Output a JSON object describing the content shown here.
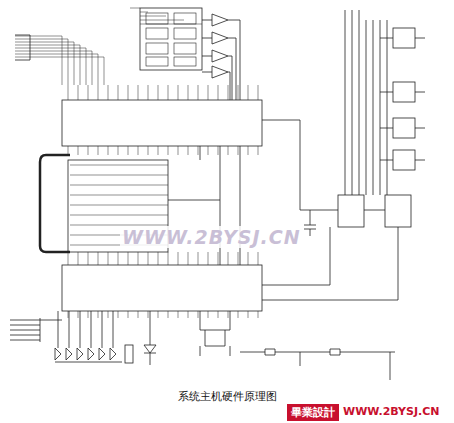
{
  "diagram": {
    "caption": "系统主机硬件原理图",
    "nodes": [
      {
        "text": [
          "畢業設計"
        ]
      }
    ],
    "labels": [
      "WWW.2BYSJ.CN",
      "WWW.2BYSJ.CN"
    ]
  }
}
